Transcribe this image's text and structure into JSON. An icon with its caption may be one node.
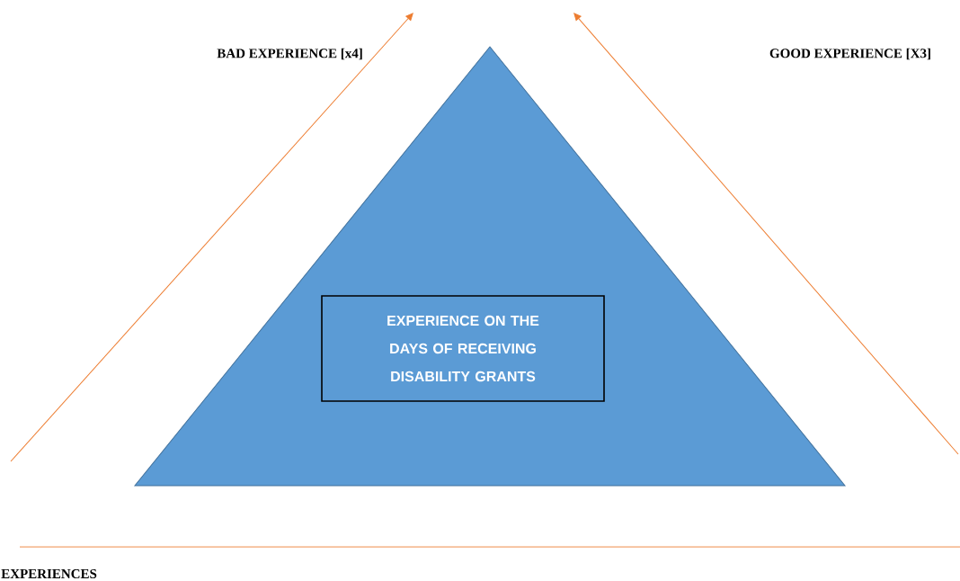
{
  "diagram": {
    "nodes": [
      {
        "text": [],
        "shape": "triangle"
      },
      {
        "text": [
          "EXPERIENCE ON THE DAYS OF RECEIVING DISABILITY GRANTS"
        ],
        "in": 0
      }
    ],
    "labels": [
      "BAD EXPERIENCE [x4]",
      "GOOD EXPERIENCE [X3]",
      "EXPERIENCES"
    ]
  }
}
